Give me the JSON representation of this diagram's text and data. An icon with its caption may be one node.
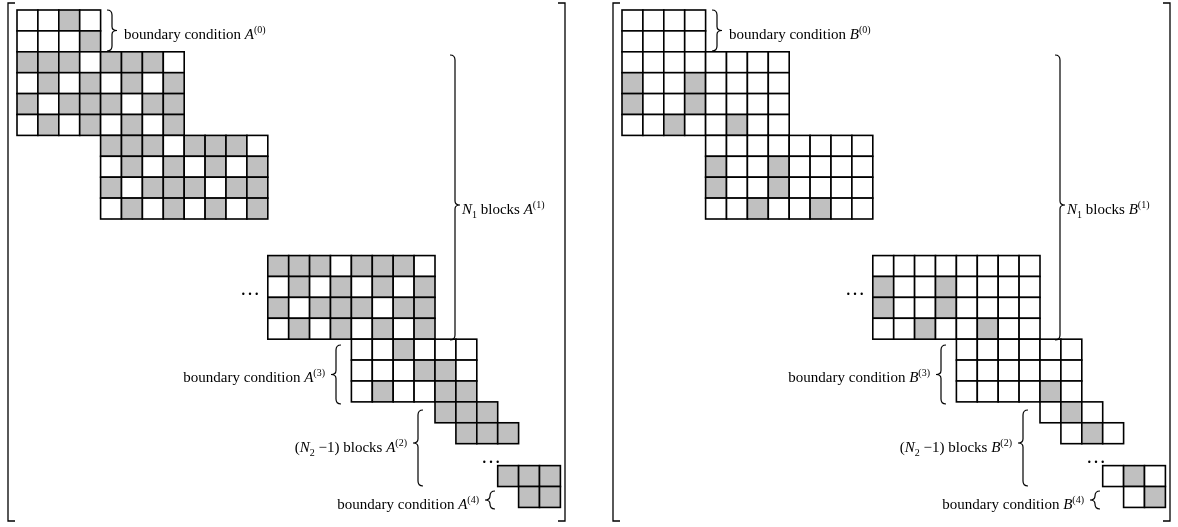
{
  "diagram": {
    "labels": [
      "boundary condition *A*$^{(0)}$",
      "*N*$_{1}$ blocks *A*$^{(1)}$",
      "…",
      "boundary condition *A*$^{(3)}$",
      "(*N*$_{2}$ −1) blocks *A*$^{(2)}$",
      "…",
      "boundary condition *A*$^{(4)}$",
      "boundary condition *B*$^{(0)}$",
      "*N*$_{1}$ blocks *B*$^{(1)}$",
      "…",
      "boundary condition *B*$^{(3)}$",
      "(*N*$_{2}$ −1) blocks *B*$^{(2)}$",
      "…",
      "boundary condition *B*$^{(4)}$"
    ]
  }
}
